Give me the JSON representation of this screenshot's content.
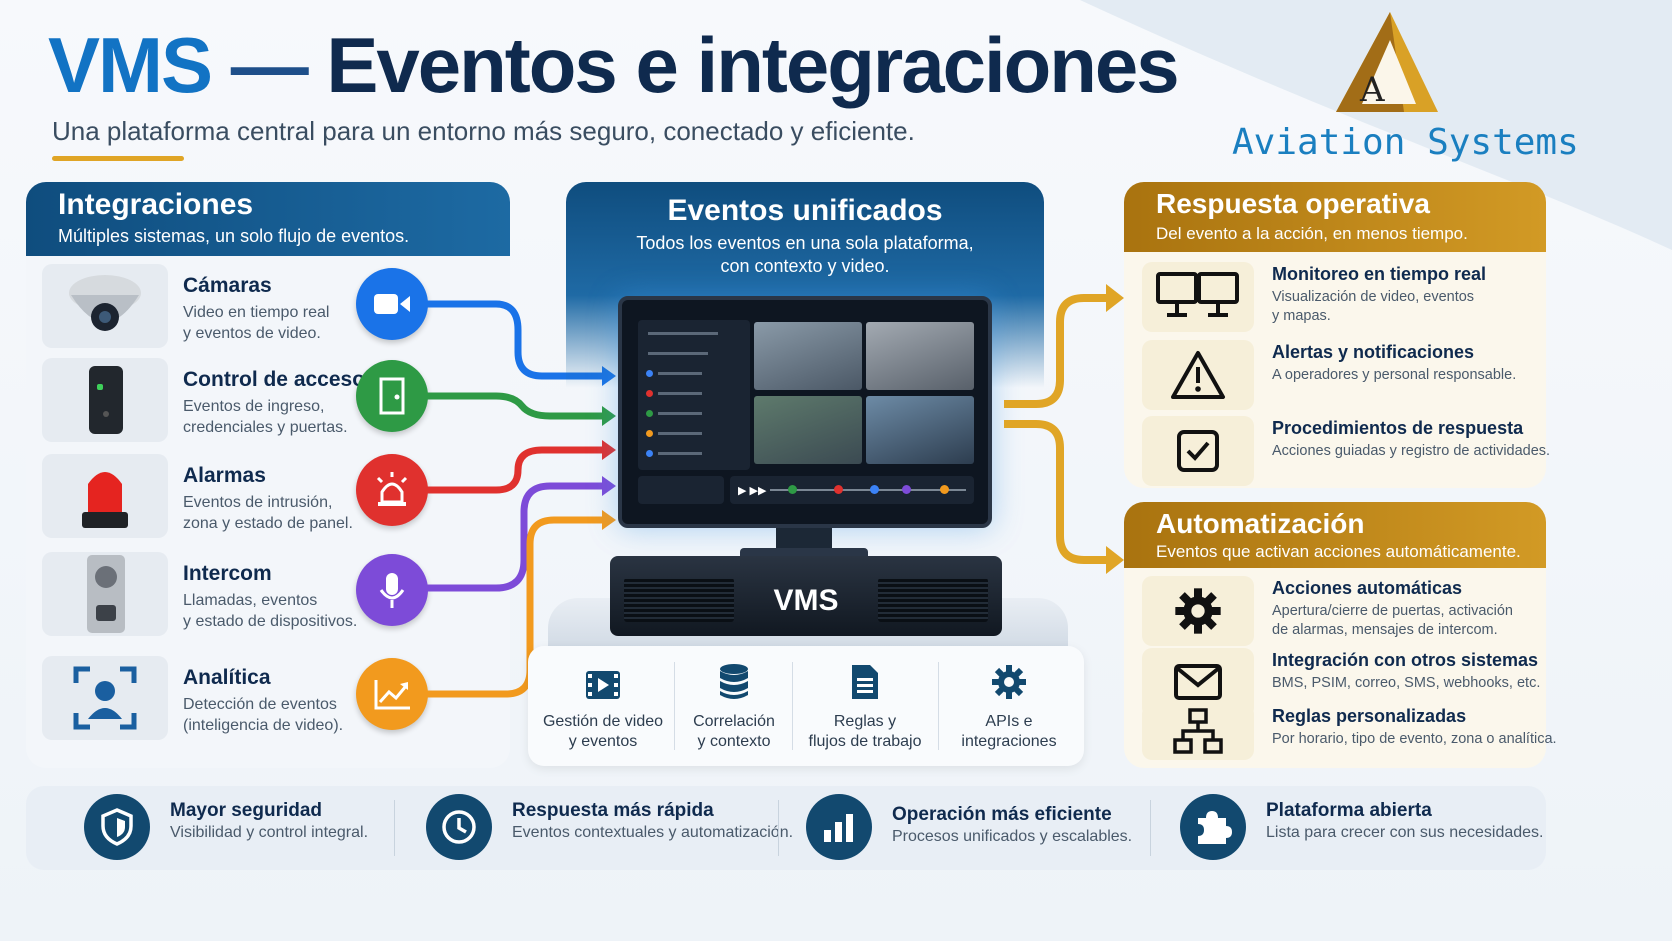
{
  "header": {
    "title_part1": "VMS",
    "title_dash": "—",
    "title_part2": "Eventos e integraciones",
    "subtitle": "Una plataforma central para un entorno más seguro, conectado y eficiente."
  },
  "logo": {
    "letter": "A",
    "name": "Aviation Systems",
    "color_gold": "#d9a126",
    "color_blue": "#1a7fc0"
  },
  "integrations": {
    "title": "Integraciones",
    "subtitle": "Múltiples sistemas, un solo flujo de eventos.",
    "items": [
      {
        "title": "Cámaras",
        "desc1": "Video en tiempo real",
        "desc2": "y eventos de video.",
        "icon": "video-camera-icon",
        "color": "#1a73e8"
      },
      {
        "title": "Control de acceso",
        "desc1": "Eventos de ingreso,",
        "desc2": "credenciales y puertas.",
        "icon": "door-icon",
        "color": "#2e9a45"
      },
      {
        "title": "Alarmas",
        "desc1": "Eventos de intrusión,",
        "desc2": "zona y estado de panel.",
        "icon": "siren-icon",
        "color": "#e0312e"
      },
      {
        "title": "Intercom",
        "desc1": "Llamadas, eventos",
        "desc2": "y estado de dispositivos.",
        "icon": "microphone-icon",
        "color": "#7d4bd8"
      },
      {
        "title": "Analítica",
        "desc1": "Detección de eventos",
        "desc2": "(inteligencia de video).",
        "icon": "trend-chart-icon",
        "color": "#f29a1e"
      }
    ]
  },
  "center": {
    "title": "Eventos unificados",
    "subtitle1": "Todos los eventos en una sola plataforma,",
    "subtitle2": "con contexto y video.",
    "server_label": "VMS",
    "features": [
      {
        "line1": "Gestión de video",
        "line2": "y eventos",
        "icon": "film-icon"
      },
      {
        "line1": "Correlación",
        "line2": "y contexto",
        "icon": "database-icon"
      },
      {
        "line1": "Reglas y",
        "line2": "flujos de trabajo",
        "icon": "document-icon"
      },
      {
        "line1": "APIs e",
        "line2": "integraciones",
        "icon": "gear-icon"
      }
    ]
  },
  "response": {
    "title": "Respuesta operativa",
    "subtitle": "Del evento a la acción, en menos tiempo.",
    "items": [
      {
        "title": "Monitoreo en tiempo real",
        "desc1": "Visualización de video, eventos",
        "desc2": "y mapas.",
        "icon": "monitors-icon"
      },
      {
        "title": "Alertas y notificaciones",
        "desc1": "A operadores y personal responsable.",
        "desc2": "",
        "icon": "warning-icon"
      },
      {
        "title": "Procedimientos de respuesta",
        "desc1": "Acciones guiadas y registro de actividades.",
        "desc2": "",
        "icon": "checkbox-icon"
      }
    ]
  },
  "automation": {
    "title": "Automatización",
    "subtitle": "Eventos que activan acciones automáticamente.",
    "items": [
      {
        "title": "Acciones automáticas",
        "desc1": "Apertura/cierre de puertas, activación",
        "desc2": "de alarmas, mensajes de intercom.",
        "icon": "gear-icon"
      },
      {
        "title": "Integración con otros sistemas",
        "desc1": "BMS, PSIM, correo, SMS, webhooks, etc.",
        "desc2": "",
        "icon": "envelope-icon"
      },
      {
        "title": "Reglas personalizadas",
        "desc1": "Por horario, tipo de evento, zona o analítica.",
        "desc2": "",
        "icon": "hierarchy-icon"
      }
    ]
  },
  "benefits": [
    {
      "title": "Mayor seguridad",
      "desc": "Visibilidad y control integral.",
      "icon": "shield-icon"
    },
    {
      "title": "Respuesta más rápida",
      "desc": "Eventos contextuales y automatización.",
      "icon": "clock-icon"
    },
    {
      "title": "Operación más eficiente",
      "desc": "Procesos unificados y escalables.",
      "icon": "bar-chart-icon"
    },
    {
      "title": "Plataforma abierta",
      "desc": "Lista para crecer con sus necesidades.",
      "icon": "puzzle-icon"
    }
  ],
  "colors": {
    "navy": "#0f2a4e",
    "blue_head": "#1b5a8e",
    "gold_head": "#c8901f"
  }
}
